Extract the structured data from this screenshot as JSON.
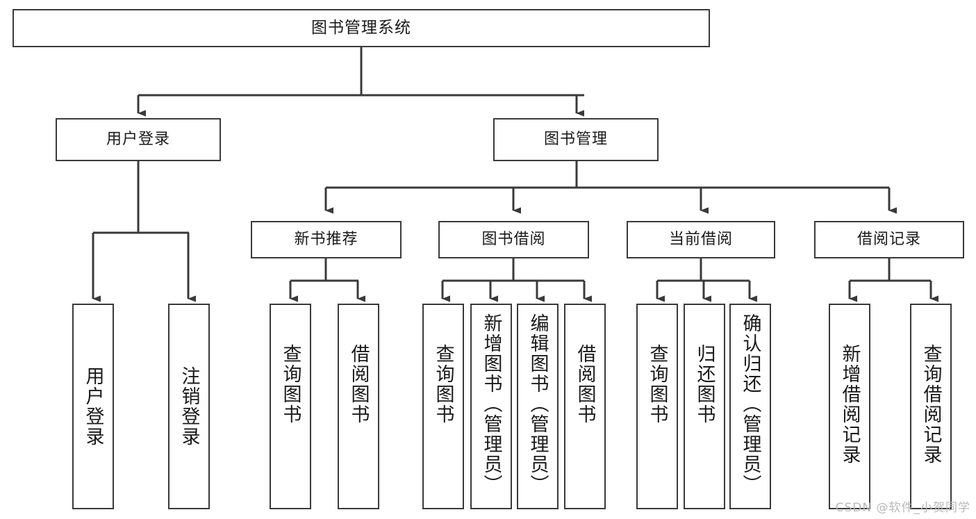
{
  "diagram": {
    "title": "图书管理系统",
    "type": "tree-hierarchy-chart",
    "watermark": "CSDN @软件_小贺同学",
    "colors": {
      "stroke": "#3a3a3a",
      "fill": "#ffffff",
      "text": "#1a1a1a",
      "watermark": "#b9b9b9"
    },
    "nodes": {
      "root": {
        "label": "图书管理系统"
      },
      "level2": [
        {
          "label": "用户登录"
        },
        {
          "label": "图书管理"
        }
      ],
      "level3": [
        {
          "label": "新书推荐"
        },
        {
          "label": "图书借阅"
        },
        {
          "label": "当前借阅"
        },
        {
          "label": "借阅记录"
        }
      ],
      "leaves": [
        {
          "label": "用户登录"
        },
        {
          "label": "注销登录"
        },
        {
          "label": "查询图书"
        },
        {
          "label": "借阅图书"
        },
        {
          "label": "查询图书"
        },
        {
          "label": "新增图书（管理员）"
        },
        {
          "label": "编辑图书（管理员）"
        },
        {
          "label": "借阅图书"
        },
        {
          "label": "查询图书"
        },
        {
          "label": "归还图书"
        },
        {
          "label": "确认归还（管理员）"
        },
        {
          "label": "新增借阅记录"
        },
        {
          "label": "查询借阅记录"
        }
      ]
    },
    "edges": [
      {
        "from": "图书管理系统",
        "to": "用户登录"
      },
      {
        "from": "图书管理系统",
        "to": "图书管理"
      },
      {
        "from": "图书管理",
        "to": "新书推荐"
      },
      {
        "from": "图书管理",
        "to": "图书借阅"
      },
      {
        "from": "图书管理",
        "to": "当前借阅"
      },
      {
        "from": "图书管理",
        "to": "借阅记录"
      },
      {
        "from": "用户登录",
        "to": "用户登录"
      },
      {
        "from": "用户登录",
        "to": "注销登录"
      },
      {
        "from": "新书推荐",
        "to": "查询图书"
      },
      {
        "from": "新书推荐",
        "to": "借阅图书"
      },
      {
        "from": "图书借阅",
        "to": "查询图书"
      },
      {
        "from": "图书借阅",
        "to": "新增图书（管理员）"
      },
      {
        "from": "图书借阅",
        "to": "编辑图书（管理员）"
      },
      {
        "from": "图书借阅",
        "to": "借阅图书"
      },
      {
        "from": "当前借阅",
        "to": "查询图书"
      },
      {
        "from": "当前借阅",
        "to": "归还图书"
      },
      {
        "from": "当前借阅",
        "to": "确认归还（管理员）"
      },
      {
        "from": "借阅记录",
        "to": "新增借阅记录"
      },
      {
        "from": "借阅记录",
        "to": "查询借阅记录"
      }
    ]
  }
}
